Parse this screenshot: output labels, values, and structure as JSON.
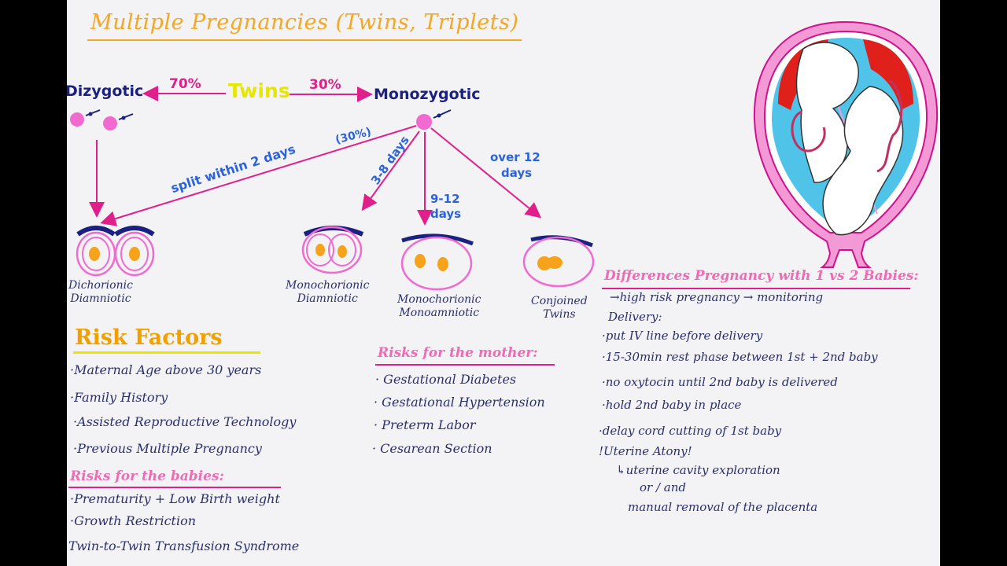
{
  "title": "Multiple Pregnancies (Twins, Triplets)",
  "tree": {
    "root": "Twins",
    "left": {
      "label": "Dizygotic",
      "pct": "70%"
    },
    "right": {
      "label": "Monozygotic",
      "pct": "30%"
    },
    "branches": {
      "split2": "split within 2 days",
      "split2_pct": "(30%)",
      "d3_8": "3-8 days",
      "d9_12_a": "9-12",
      "d9_12_b": "days",
      "over12_a": "over 12",
      "over12_b": "days"
    },
    "types": [
      {
        "line1": "Dichorionic",
        "line2": "Diamniotic"
      },
      {
        "line1": "Monochorionic",
        "line2": "Diamniotic"
      },
      {
        "line1": "Monochorionic",
        "line2": "Monoamniotic"
      },
      {
        "line1": "Conjoined",
        "line2": "Twins"
      }
    ]
  },
  "risk_factors": {
    "heading": "Risk Factors",
    "items": [
      "·Maternal Age above 30 years",
      "·Family History",
      "·Assisted Reproductive Technology",
      "·Previous Multiple Pregnancy"
    ]
  },
  "risks_babies": {
    "heading": "Risks for the babies:",
    "items": [
      "·Prematurity + Low Birth weight",
      "·Growth Restriction",
      "Twin-to-Twin Transfusion Syndrome"
    ]
  },
  "risks_mother": {
    "heading": "Risks for the mother:",
    "items": [
      "· Gestational Diabetes",
      "· Gestational Hypertension",
      "· Preterm Labor",
      "· Cesarean Section"
    ]
  },
  "differences": {
    "heading": "Differences Pregnancy with 1 vs 2 Babies:",
    "items": [
      "→high risk pregnancy → monitoring",
      "Delivery:",
      "·put IV line before delivery",
      "·15-30min rest phase between 1st + 2nd baby",
      "·no oxytocin until 2nd baby is delivered",
      "·hold 2nd baby in place",
      "·delay cord cutting of 1st baby",
      "!Uterine Atony!",
      "↳uterine cavity exploration",
      "or / and",
      "manual removal of the placenta"
    ]
  },
  "colors": {
    "title": "#f5a623",
    "navy": "#1b2180",
    "pink": "#e0208a",
    "yellow": "#e6e600",
    "blue": "#2d63d8",
    "orange": "#f7a21b",
    "red": "#e0201b",
    "amnio_blue": "#4fc3e8"
  }
}
